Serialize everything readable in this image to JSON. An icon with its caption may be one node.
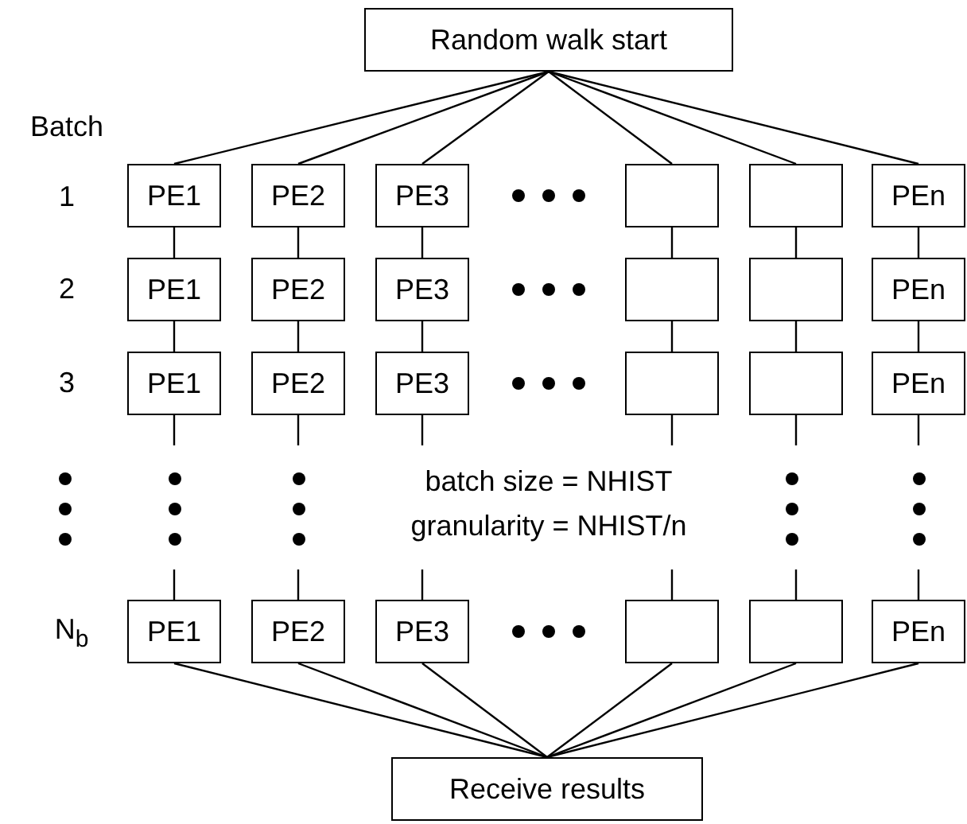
{
  "diagram": {
    "nodes": [
      {
        "text": [
          "Random walk start"
        ]
      },
      {
        "text": [
          "PE1"
        ]
      },
      {
        "text": [
          "PE2"
        ]
      },
      {
        "text": [
          "PE3"
        ]
      },
      {
        "text": [],
        "shape": "box"
      },
      {
        "text": [],
        "shape": "box"
      },
      {
        "text": [
          "PEn"
        ]
      },
      {
        "text": [
          "PE1"
        ]
      },
      {
        "text": [
          "PE2"
        ]
      },
      {
        "text": [
          "PE3"
        ]
      },
      {
        "text": [],
        "shape": "box"
      },
      {
        "text": [],
        "shape": "box"
      },
      {
        "text": [
          "PEn"
        ]
      },
      {
        "text": [
          "PE1"
        ]
      },
      {
        "text": [
          "PE2"
        ]
      },
      {
        "text": [
          "PE3"
        ]
      },
      {
        "text": [],
        "shape": "box"
      },
      {
        "text": [],
        "shape": "box"
      },
      {
        "text": [
          "PEn"
        ]
      },
      {
        "text": [
          "PE1"
        ]
      },
      {
        "text": [
          "PE2"
        ]
      },
      {
        "text": [
          "PE3"
        ]
      },
      {
        "text": [],
        "shape": "box"
      },
      {
        "text": [],
        "shape": "box"
      },
      {
        "text": [
          "PEn"
        ]
      },
      {
        "text": [
          "Receive results"
        ]
      }
    ],
    "edges": [
      {
        "from": 0,
        "to": 1,
        "arrow": "none"
      },
      {
        "from": 0,
        "to": 2,
        "arrow": "none"
      },
      {
        "from": 0,
        "to": 3,
        "arrow": "none"
      },
      {
        "from": 0,
        "to": 4,
        "arrow": "none"
      },
      {
        "from": 0,
        "to": 5,
        "arrow": "none"
      },
      {
        "from": 0,
        "to": 6,
        "arrow": "none"
      },
      {
        "from": 1,
        "to": 7,
        "arrow": "none"
      },
      {
        "from": 2,
        "to": 8,
        "arrow": "none"
      },
      {
        "from": 3,
        "to": 9,
        "arrow": "none"
      },
      {
        "from": 4,
        "to": 10,
        "arrow": "none"
      },
      {
        "from": 5,
        "to": 11,
        "arrow": "none"
      },
      {
        "from": 6,
        "to": 12,
        "arrow": "none"
      },
      {
        "from": 7,
        "to": 13,
        "arrow": "none"
      },
      {
        "from": 8,
        "to": 14,
        "arrow": "none"
      },
      {
        "from": 9,
        "to": 15,
        "arrow": "none"
      },
      {
        "from": 10,
        "to": 16,
        "arrow": "none"
      },
      {
        "from": 11,
        "to": 17,
        "arrow": "none"
      },
      {
        "from": 12,
        "to": 18,
        "arrow": "none"
      },
      {
        "from": 19,
        "to": 25,
        "arrow": "none"
      },
      {
        "from": 20,
        "to": 25,
        "arrow": "none"
      },
      {
        "from": 21,
        "to": 25,
        "arrow": "none"
      },
      {
        "from": 22,
        "to": 25,
        "arrow": "none"
      },
      {
        "from": 23,
        "to": 25,
        "arrow": "none"
      },
      {
        "from": 24,
        "to": 25,
        "arrow": "none"
      }
    ],
    "labels": [
      "Batch",
      "1",
      "2",
      "3",
      "N$_{b}$",
      "batch size = NHIST",
      "granularity = NHIST/n"
    ]
  }
}
